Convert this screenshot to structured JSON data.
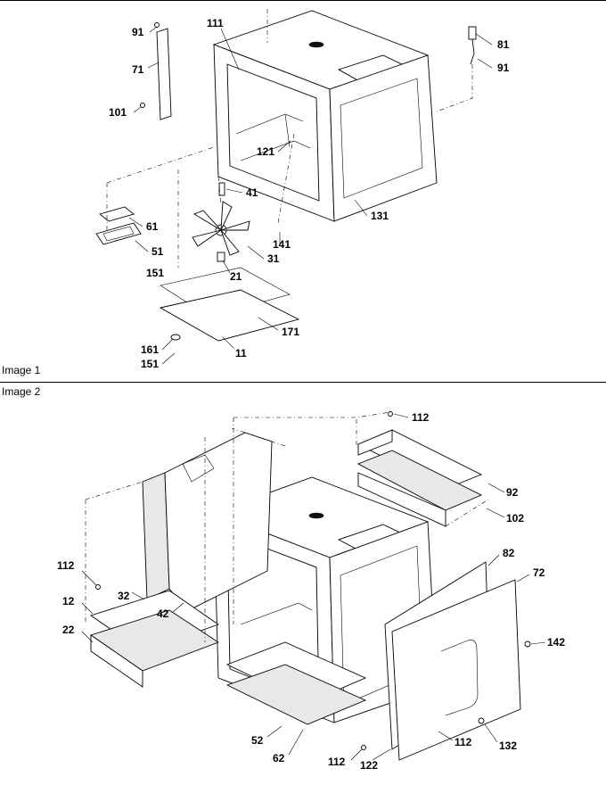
{
  "panels": [
    {
      "title": "Image 1"
    },
    {
      "title": "Image 2"
    }
  ],
  "callouts_image1": [
    "91",
    "111",
    "71",
    "101",
    "81",
    "91",
    "121",
    "131",
    "41",
    "61",
    "51",
    "151",
    "31",
    "141",
    "21",
    "171",
    "161",
    "151",
    "11"
  ],
  "callouts_image2": [
    "112",
    "92",
    "102",
    "82",
    "72",
    "112",
    "12",
    "22",
    "32",
    "42",
    "142",
    "52",
    "62",
    "112",
    "122",
    "112",
    "132"
  ]
}
